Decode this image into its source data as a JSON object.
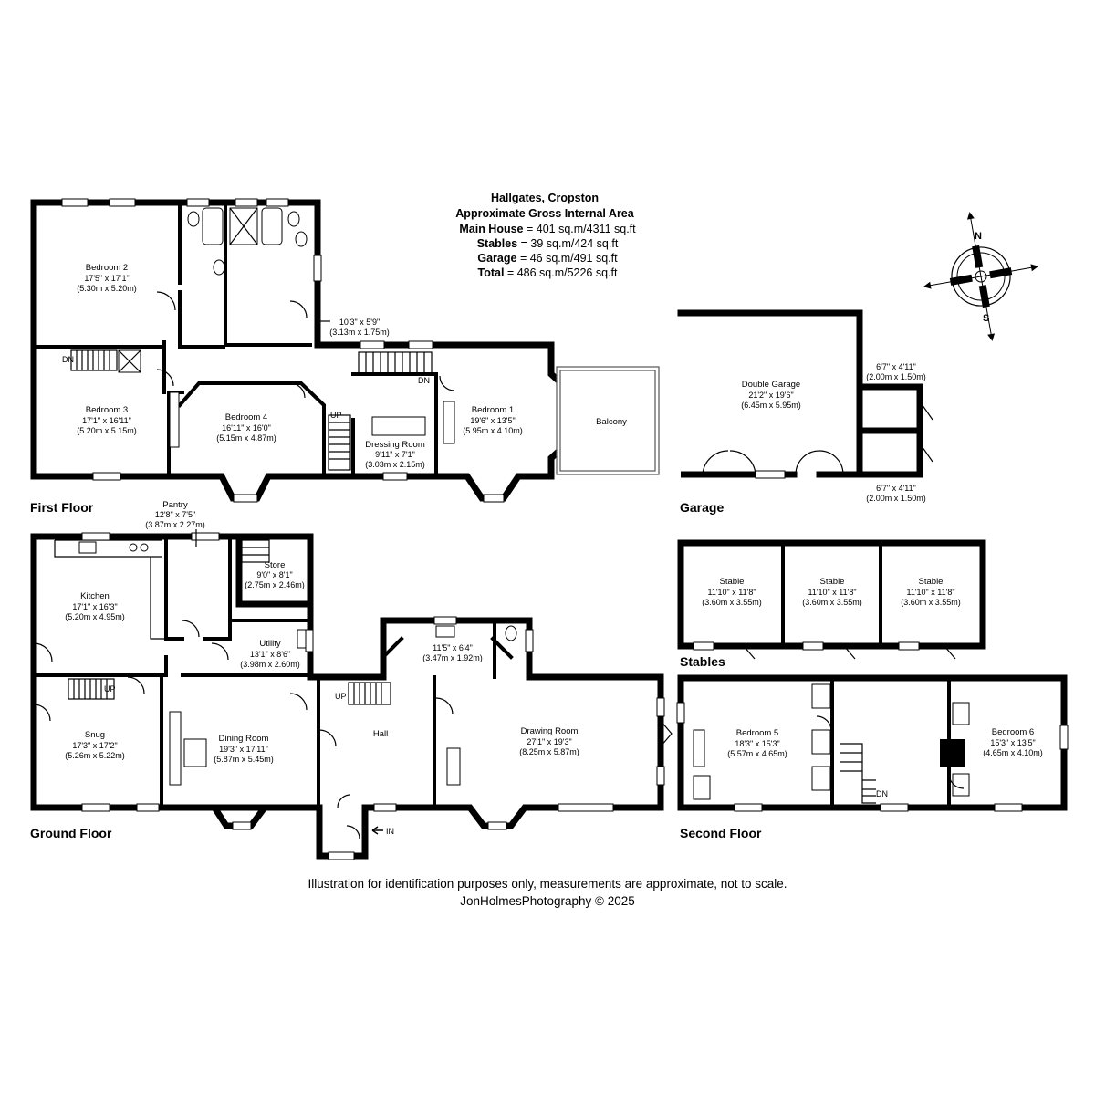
{
  "header": {
    "title": "Hallgates, Cropston",
    "subtitle": "Approximate Gross Internal Area",
    "areas": [
      {
        "label": "Main House",
        "value": "401 sq.m/4311 sq.ft"
      },
      {
        "label": "Stables",
        "value": "39 sq.m/424 sq.ft"
      },
      {
        "label": "Garage",
        "value": "46 sq.m/491 sq.ft"
      },
      {
        "label": "Total",
        "value": "486 sq.m/5226 sq.ft"
      }
    ]
  },
  "compass": {
    "north": "N",
    "south": "S"
  },
  "floors": {
    "first": "First Floor",
    "ground": "Ground Floor",
    "second": "Second Floor",
    "garage": "Garage",
    "stables": "Stables"
  },
  "first_floor": {
    "bedroom2": {
      "name": "Bedroom 2",
      "imperial": "17'5\" x 17'1\"",
      "metric": "(5.30m x 5.20m)"
    },
    "bedroom3": {
      "name": "Bedroom 3",
      "imperial": "17'1\" x 16'11\"",
      "metric": "(5.20m x 5.15m)"
    },
    "bedroom4": {
      "name": "Bedroom 4",
      "imperial": "16'11\" x 16'0\"",
      "metric": "(5.15m x 4.87m)"
    },
    "dressing": {
      "name": "Dressing Room",
      "imperial": "9'11\" x 7'1\"",
      "metric": "(3.03m x 2.15m)"
    },
    "bedroom1": {
      "name": "Bedroom 1",
      "imperial": "19'6\" x 13'5\"",
      "metric": "(5.95m x 4.10m)"
    },
    "balcony": {
      "name": "Balcony"
    },
    "landing": {
      "imperial": "10'3\" x 5'9\"",
      "metric": "(3.13m x 1.75m)"
    },
    "dn1": "DN",
    "dn2": "DN",
    "up": "UP"
  },
  "garage": {
    "double": {
      "name": "Double Garage",
      "imperial": "21'2\" x 19'6\"",
      "metric": "(6.45m x 5.95m)"
    },
    "store_top": {
      "imperial": "6'7\" x 4'11\"",
      "metric": "(2.00m x 1.50m)"
    },
    "store_bottom": {
      "imperial": "6'7\" x 4'11\"",
      "metric": "(2.00m x 1.50m)"
    }
  },
  "stables": [
    {
      "name": "Stable",
      "imperial": "11'10\" x 11'8\"",
      "metric": "(3.60m x 3.55m)"
    },
    {
      "name": "Stable",
      "imperial": "11'10\" x 11'8\"",
      "metric": "(3.60m x 3.55m)"
    },
    {
      "name": "Stable",
      "imperial": "11'10\" x 11'8\"",
      "metric": "(3.60m x 3.55m)"
    }
  ],
  "ground_floor": {
    "pantry": {
      "name": "Pantry",
      "imperial": "12'8\" x 7'5\"",
      "metric": "(3.87m x 2.27m)"
    },
    "store": {
      "name": "Store",
      "imperial": "9'0\" x 8'1\"",
      "metric": "(2.75m x 2.46m)"
    },
    "kitchen": {
      "name": "Kitchen",
      "imperial": "17'1\" x 16'3\"",
      "metric": "(5.20m x 4.95m)"
    },
    "utility": {
      "name": "Utility",
      "imperial": "13'1\" x 8'6\"",
      "metric": "(3.98m x 2.60m)"
    },
    "wc": {
      "imperial": "11'5\" x 6'4\"",
      "metric": "(3.47m x 1.92m)"
    },
    "snug": {
      "name": "Snug",
      "imperial": "17'3\" x 17'2\"",
      "metric": "(5.26m x 5.22m)"
    },
    "dining": {
      "name": "Dining Room",
      "imperial": "19'3\" x 17'11\"",
      "metric": "(5.87m x 5.45m)"
    },
    "hall": {
      "name": "Hall"
    },
    "drawing": {
      "name": "Drawing Room",
      "imperial": "27'1\" x 19'3\"",
      "metric": "(8.25m x 5.87m)"
    },
    "up1": "UP",
    "up2": "UP",
    "in": "IN"
  },
  "second_floor": {
    "bedroom5": {
      "name": "Bedroom 5",
      "imperial": "18'3\" x 15'3\"",
      "metric": "(5.57m x 4.65m)"
    },
    "bedroom6": {
      "name": "Bedroom 6",
      "imperial": "15'3\" x 13'5\"",
      "metric": "(4.65m x 4.10m)"
    },
    "dn": "DN"
  },
  "footer": {
    "disclaimer": "Illustration for identification purposes only, measurements are approximate, not to scale.",
    "credit": "JonHolmesPhotography © 2025"
  }
}
